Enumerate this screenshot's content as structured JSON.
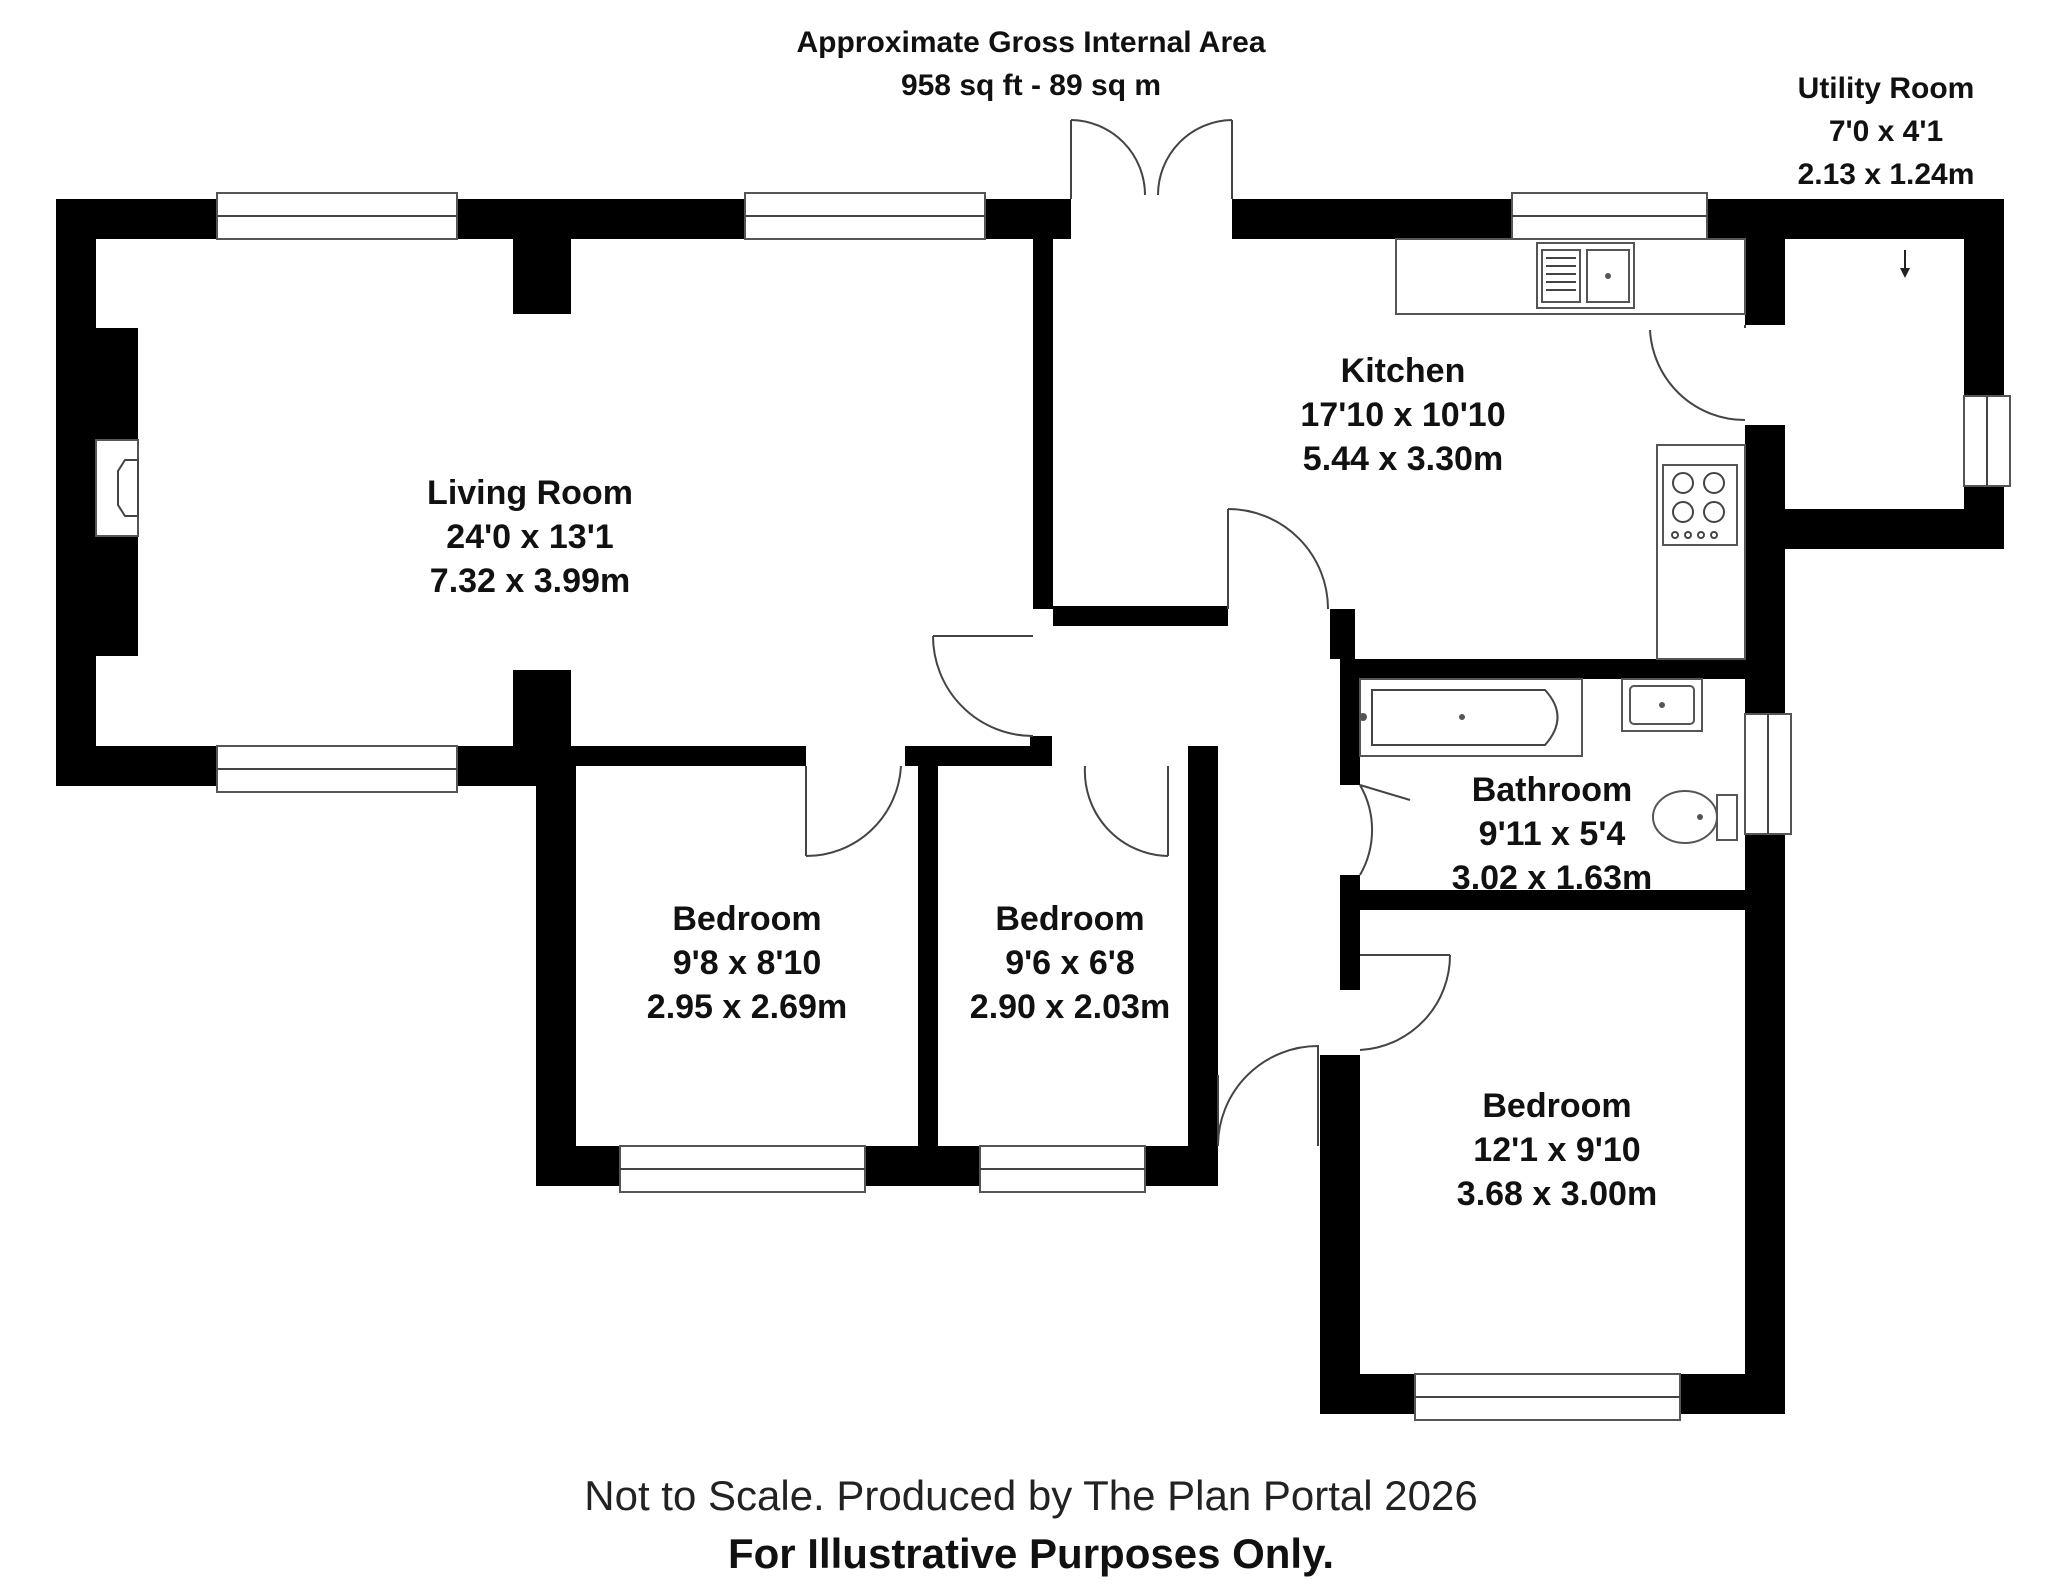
{
  "header": {
    "area_title": "Approximate Gross Internal Area",
    "area_value": "958 sq ft - 89 sq m"
  },
  "rooms": {
    "living": {
      "name": "Living Room",
      "imperial": "24'0 x 13'1",
      "metric": "7.32 x 3.99m"
    },
    "kitchen": {
      "name": "Kitchen",
      "imperial": "17'10 x 10'10",
      "metric": "5.44 x 3.30m"
    },
    "utility": {
      "name": "Utility Room",
      "imperial": "7'0 x 4'1",
      "metric": "2.13 x 1.24m"
    },
    "bathroom": {
      "name": "Bathroom",
      "imperial": "9'11 x 5'4",
      "metric": "3.02 x 1.63m"
    },
    "bedroom1": {
      "name": "Bedroom",
      "imperial": "9'8 x 8'10",
      "metric": "2.95 x 2.69m"
    },
    "bedroom2": {
      "name": "Bedroom",
      "imperial": "9'6 x 6'8",
      "metric": "2.90 x 2.03m"
    },
    "bedroom3": {
      "name": "Bedroom",
      "imperial": "12'1 x 9'10",
      "metric": "3.68 x 3.00m"
    }
  },
  "footer": {
    "disclaimer": "Not to Scale. Produced by The Plan Portal 2026",
    "notice": "For Illustrative Purposes Only."
  },
  "colors": {
    "wall": "#000000",
    "background": "#ffffff",
    "fixture_line": "#555555"
  }
}
